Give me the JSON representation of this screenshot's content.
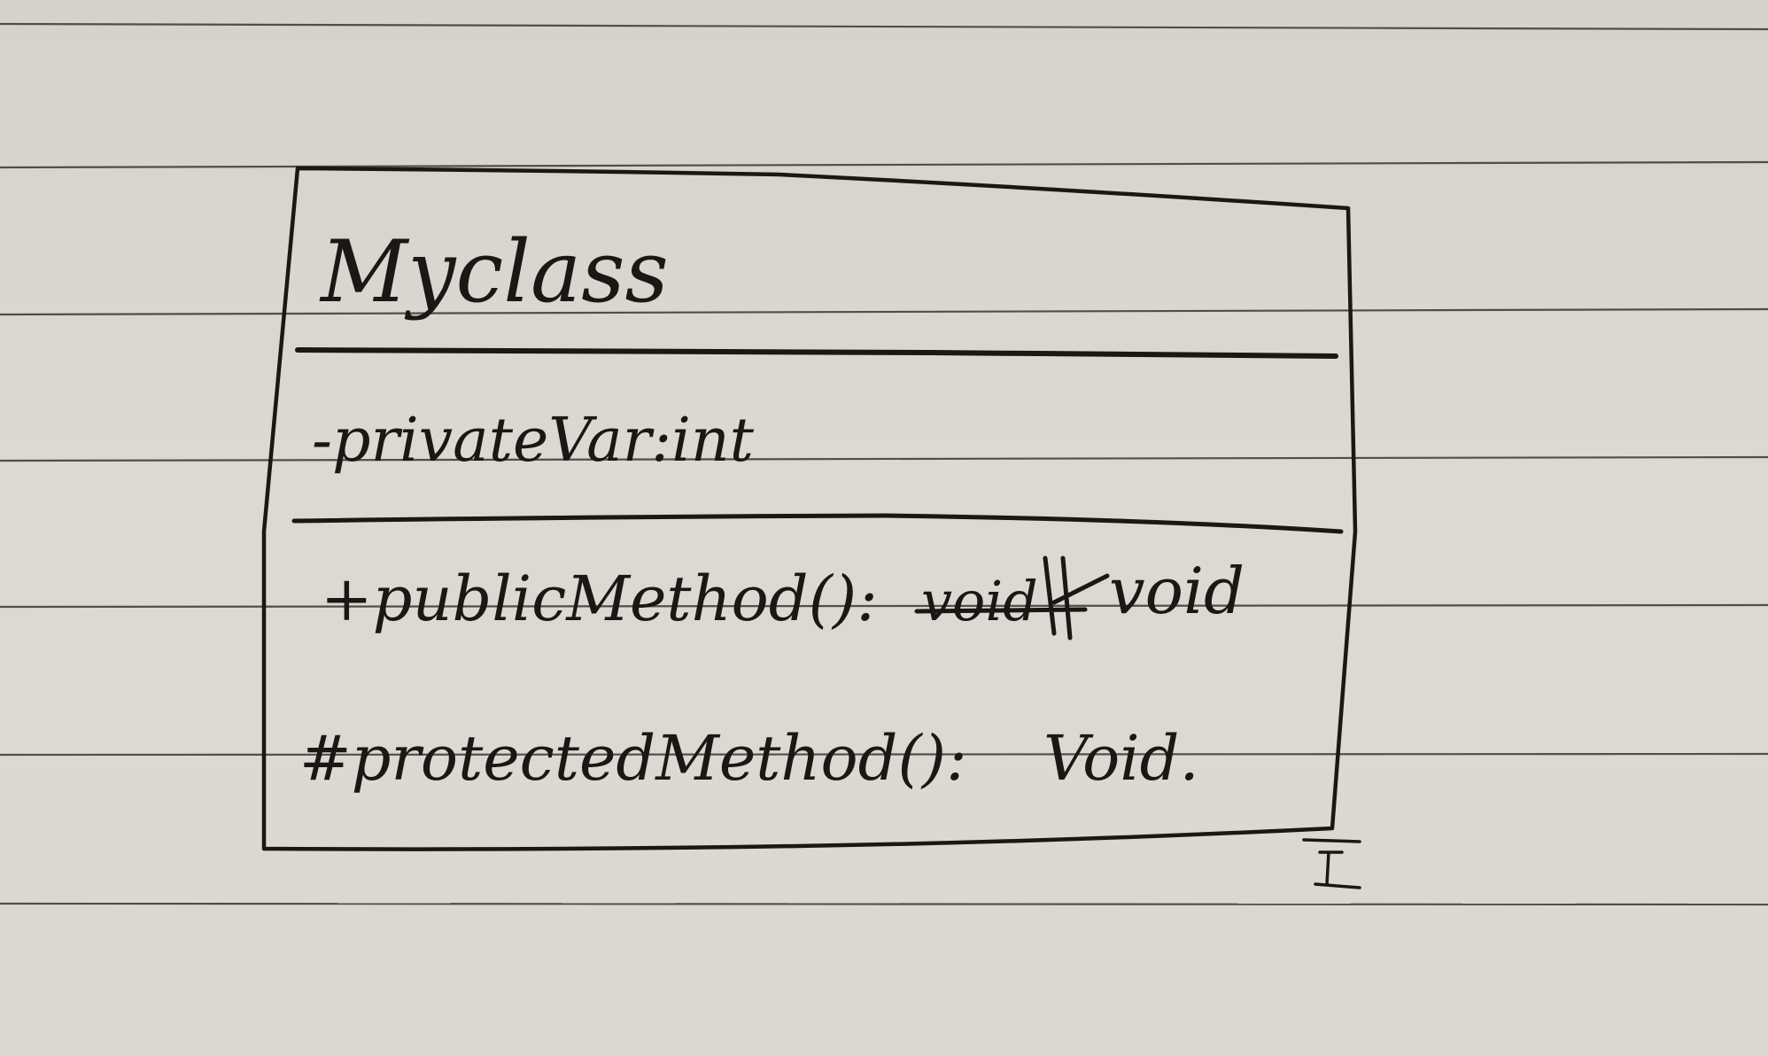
{
  "diagram": {
    "type": "uml-class",
    "class_name": "Myclass",
    "attributes": [
      "-privateVar:int"
    ],
    "methods": [
      {
        "crossed_out": "void",
        "text": "+publicMethod():",
        "return_type": "void"
      },
      {
        "text": "#protectedMethod():",
        "return_type": "Void."
      }
    ]
  },
  "colors": {
    "paper": "#dcd7d1",
    "rule_line": "#3a3632",
    "ink": "#1b1714"
  }
}
